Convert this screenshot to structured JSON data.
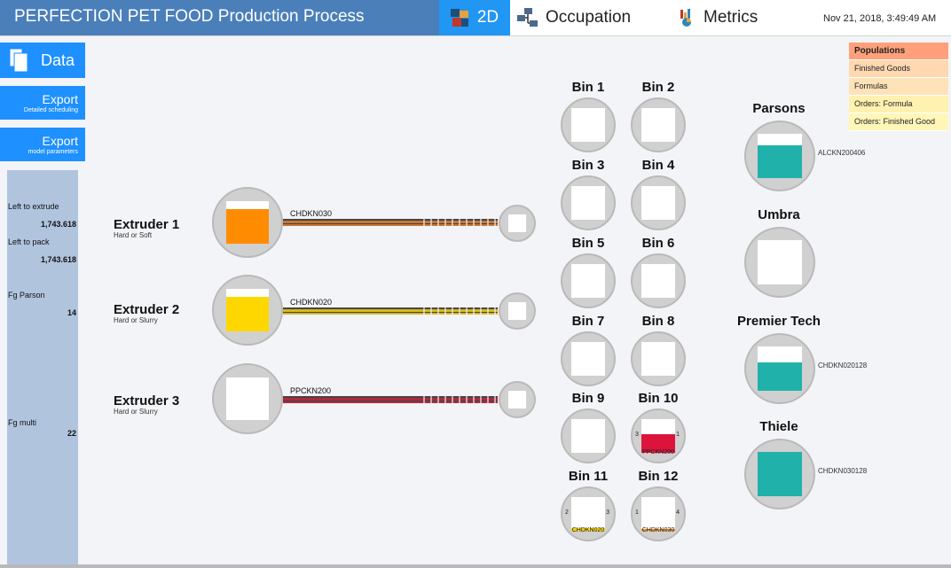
{
  "header": {
    "title": "PERFECTION PET FOOD Production Process",
    "tabs": [
      {
        "label": "2D",
        "icon": "cubes-icon",
        "active": true
      },
      {
        "label": "Occupation",
        "icon": "network-icon"
      },
      {
        "label": "Metrics",
        "icon": "chart-icon"
      }
    ],
    "datetime": "Nov 21, 2018, 3:49:49 AM"
  },
  "left": {
    "data_label": "Data",
    "export1": {
      "label": "Export",
      "sub": "Detailed scheduling"
    },
    "export2": {
      "label": "Export",
      "sub": "model parameters"
    },
    "stats": [
      {
        "label": "Left to extrude",
        "value": "1,743.618"
      },
      {
        "label": "Left to pack",
        "value": "1,743.618"
      },
      {
        "label": "Fg Parson",
        "value": "14"
      },
      {
        "label": "Fg multi",
        "value": "22"
      }
    ]
  },
  "extruders": [
    {
      "name": "Extruder 1",
      "sub": "Hard or Soft",
      "code": "CHDKN030",
      "fill_color": "#ff8c00",
      "fill_level": 0.82,
      "line_color": "#c87533"
    },
    {
      "name": "Extruder 2",
      "sub": "Hard or Slurry",
      "code": "CHDKN020",
      "fill_color": "#ffd700",
      "fill_level": 0.82,
      "line_color": "#d4b820"
    },
    {
      "name": "Extruder 3",
      "sub": "Hard or Slurry",
      "code": "PPCKN200",
      "fill_color": "#dc143c",
      "fill_level": 0.0,
      "line_color": "#b0283f"
    }
  ],
  "bins": [
    {
      "name": "Bin 1"
    },
    {
      "name": "Bin 2"
    },
    {
      "name": "Bin 3"
    },
    {
      "name": "Bin 4"
    },
    {
      "name": "Bin 5"
    },
    {
      "name": "Bin 6"
    },
    {
      "name": "Bin 7"
    },
    {
      "name": "Bin 8"
    },
    {
      "name": "Bin 9"
    },
    {
      "name": "Bin 10",
      "code": "PPCKN200",
      "left": "3",
      "right": "1",
      "fill_color": "#dc143c",
      "fill_level": 0.55
    },
    {
      "name": "Bin 11",
      "code": "CHDKN020",
      "left": "2",
      "right": "3",
      "fill_color": "#ffd700",
      "fill_level": 0.08
    },
    {
      "name": "Bin 12",
      "code": "CHDKN030",
      "left": "1",
      "right": "4",
      "fill_color": "#ff8c00",
      "fill_level": 0.06
    }
  ],
  "customers": [
    {
      "name": "Parsons",
      "code": "ALCKN200406",
      "fill_level": 0.74
    },
    {
      "name": "Umbra",
      "code": "",
      "fill_level": 0.0
    },
    {
      "name": "Premier Tech",
      "code": "CHDKN020128",
      "fill_level": 0.64
    },
    {
      "name": "Thiele",
      "code": "CHDKN030128",
      "fill_level": 1.0
    }
  ],
  "customer_fill_color": "#20b2aa",
  "populations": {
    "title": "Populations",
    "items": [
      {
        "label": "Finished Goods",
        "color": "#ffd8b0"
      },
      {
        "label": "Formulas",
        "color": "#ffe3b8"
      },
      {
        "label": "Orders: Formula",
        "color": "#fff2b0"
      },
      {
        "label": "Orders: Finished Good",
        "color": "#fff6b8"
      }
    ],
    "title_color": "#ffa07a"
  }
}
